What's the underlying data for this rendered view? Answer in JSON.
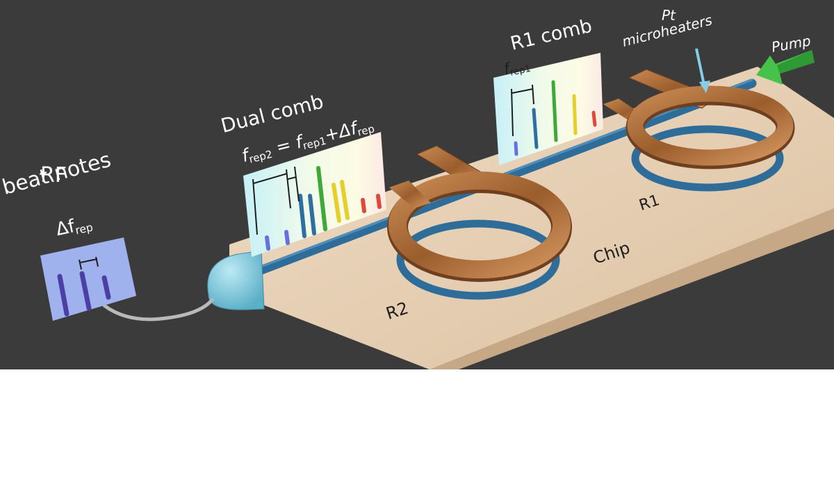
{
  "labels": {
    "rf_line1": "RF",
    "rf_line2": "beat notes",
    "rf_delta": "Δf",
    "rf_delta_sub": "rep",
    "dual_title": "Dual comb",
    "dual_f1": "f",
    "dual_f1_sub": "rep2",
    "dual_eq": " = ",
    "dual_f2": "f",
    "dual_f2_sub": "rep1",
    "dual_plus": "+Δf",
    "dual_plus_sub": "rep",
    "r1comb_title": "R1 comb",
    "r1comb_f": "f",
    "r1comb_f_sub": "rep1",
    "pt_line1": "Pt",
    "pt_line2": "microheaters",
    "pump": "Pump",
    "ring_r1": "R1",
    "ring_r2": "R2",
    "chip": "Chip"
  },
  "colors": {
    "background": "#3b3b3b",
    "chip": "#e9d3b8",
    "waveguide": "#2e6d99",
    "heater": "#b4743f",
    "pump_arrow": "#46c24a",
    "heater_arrow": "#86cde6"
  }
}
